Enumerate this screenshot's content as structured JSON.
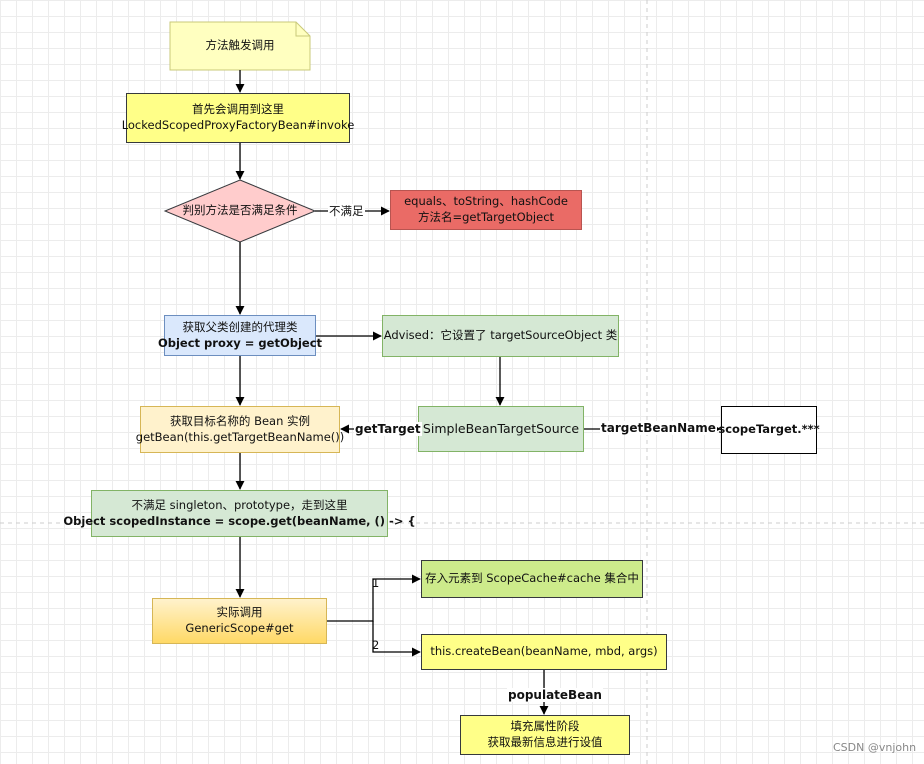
{
  "nodes": {
    "note": {
      "text": "方法触发调用"
    },
    "first_call": {
      "line1": "首先会调用到这里",
      "line2": "LockedScopedProxyFactoryBean#invoke"
    },
    "decision": {
      "text": "判别方法是否满足条件"
    },
    "equals_methods": {
      "line1": "equals、toString、hashCode",
      "line2": "方法名=getTargetObject"
    },
    "get_proxy": {
      "line1": "获取父类创建的代理类",
      "line2": "Object proxy = getObject"
    },
    "advised": {
      "text": "Advised：它设置了 targetSourceObject 类"
    },
    "get_bean": {
      "line1": "获取目标名称的 Bean 实例",
      "line2": "getBean(this.getTargetBeanName())"
    },
    "simple_bean_target_source": {
      "text": "SimpleBeanTargetSource"
    },
    "scope_target": {
      "text": "scopeTarget.***"
    },
    "scoped_instance": {
      "line1": "不满足 singleton、prototype，走到这里",
      "line2": "Object scopedInstance = scope.get(beanName, () -> {"
    },
    "generic_scope": {
      "line1": "实际调用",
      "line2": "GenericScope#get"
    },
    "scope_cache": {
      "text": "存入元素到 ScopeCache#cache 集合中"
    },
    "create_bean": {
      "text": "this.createBean(beanName, mbd, args)"
    },
    "populate_phase": {
      "line1": "填充属性阶段",
      "line2": "获取最新信息进行设值"
    }
  },
  "edge_labels": {
    "not_satisfied": "不满足",
    "get_target": "getTarget",
    "target_bean_name": "targetBeanName",
    "branch_1": "1",
    "branch_2": "2",
    "populate_bean": "populateBean"
  },
  "colors": {
    "note_fill": "#ffffc0",
    "yellow_fill": "#ffff88",
    "red_fill": "#ea6b66",
    "decision_fill": "#ffcccc",
    "blue_fill": "#dae8fc",
    "green_fill": "#d5e8d4",
    "light_yellow_fill": "#fff2cc",
    "lime_fill": "#cdeb8b"
  },
  "watermark": "CSDN @vnjohn"
}
